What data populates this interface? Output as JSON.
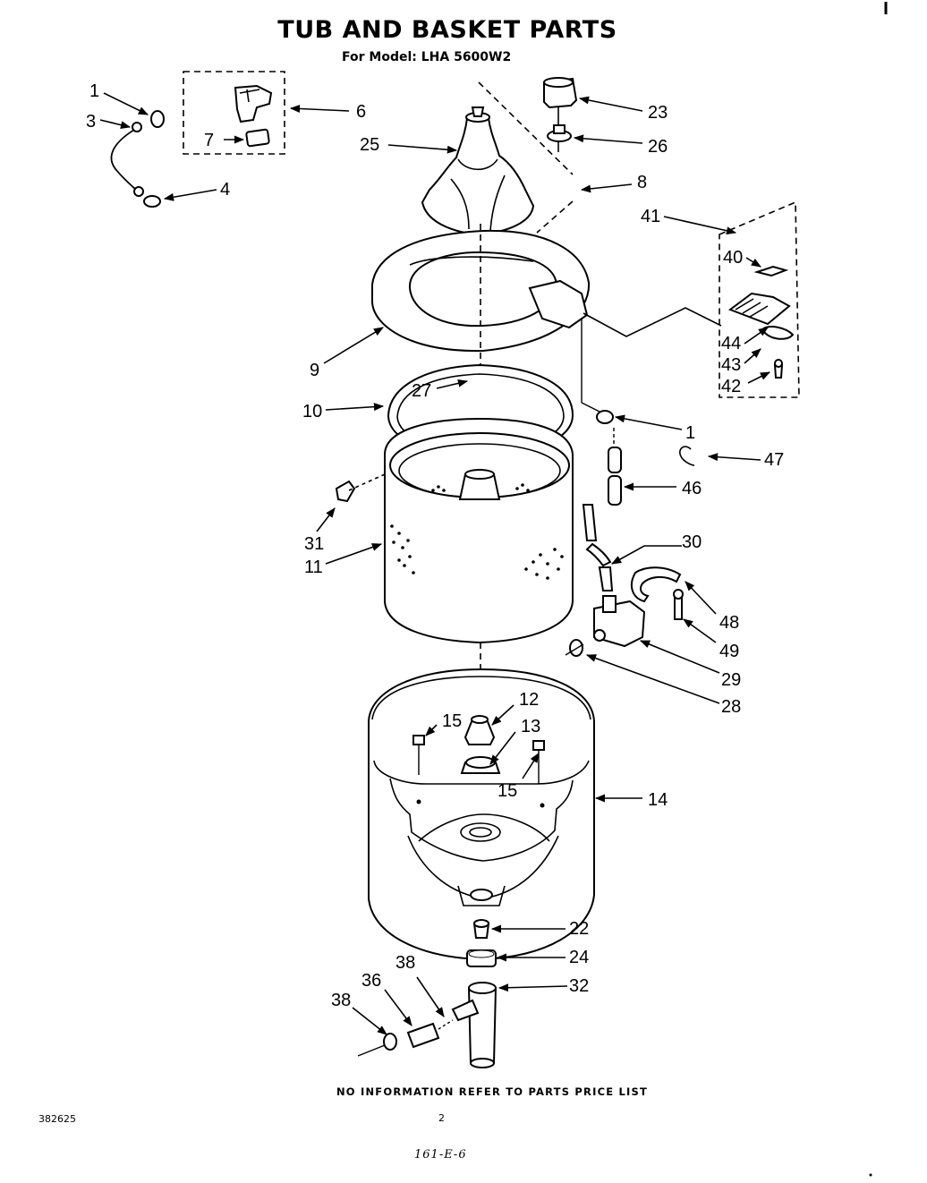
{
  "title": "TUB AND BASKET PARTS",
  "subtitle": "For Model: LHA 5600W2",
  "footer_note": "NO INFORMATION REFER TO PARTS PRICE LIST",
  "document_number": "382625",
  "page_number": "2",
  "handwritten_code": "161-E-6",
  "part_labels": {
    "p1a": "1",
    "p1b": "1",
    "p3": "3",
    "p4": "4",
    "p6": "6",
    "p7": "7",
    "p23": "23",
    "p26": "26",
    "p25": "25",
    "p8": "8",
    "p41": "41",
    "p40": "40",
    "p44": "44",
    "p43": "43",
    "p42": "42",
    "p9": "9",
    "p27": "27",
    "p10": "10",
    "p47": "47",
    "p46": "46",
    "p31": "31",
    "p11": "11",
    "p30": "30",
    "p48": "48",
    "p49": "49",
    "p29": "29",
    "p28": "28",
    "p12": "12",
    "p13": "13",
    "p15a": "15",
    "p15b": "15",
    "p14": "14",
    "p22": "22",
    "p24": "24",
    "p32": "32",
    "p38a": "38",
    "p38b": "38",
    "p36": "36"
  }
}
